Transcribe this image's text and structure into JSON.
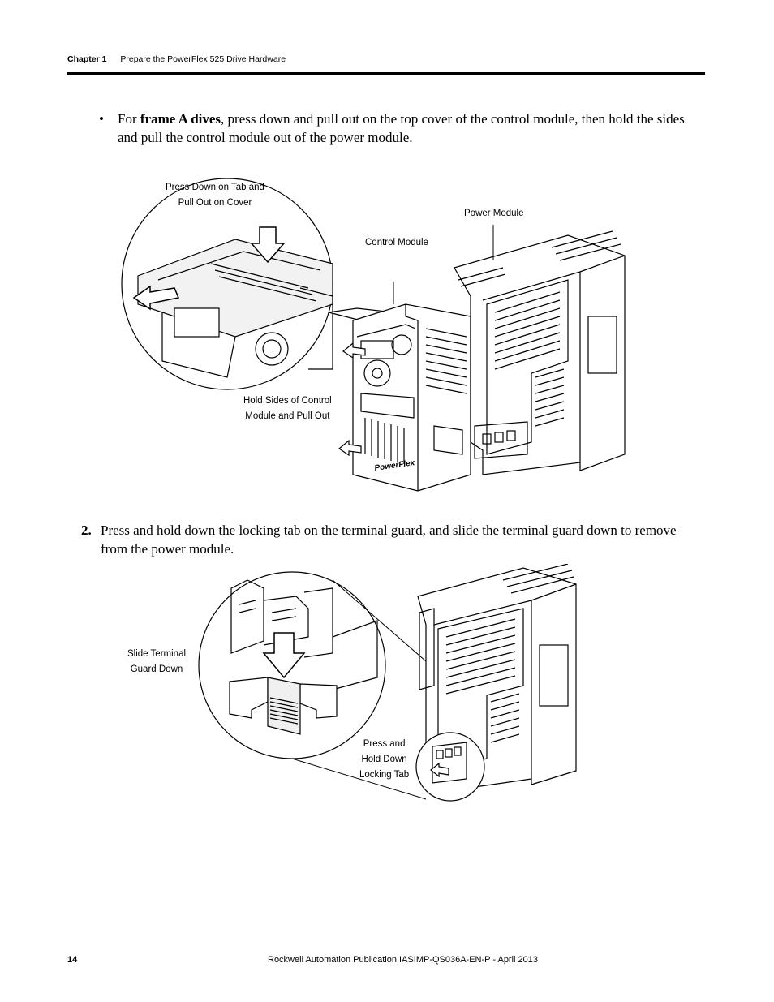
{
  "header": {
    "chapter": "Chapter 1",
    "title": "Prepare the PowerFlex 525 Drive Hardware"
  },
  "bullet": {
    "symbol": "•",
    "prefix": "For ",
    "bold": "frame A dives",
    "rest": ", press down and pull out on the top cover of the control module, then hold the sides and pull the control module out of the power module."
  },
  "figure1": {
    "label_press_tab": "Press Down on Tab and",
    "label_press_tab_2": "Pull Out on Cover",
    "label_power_module": "Power Module",
    "label_control_module": "Control Module",
    "label_hold_sides": "Hold Sides of Control",
    "label_hold_sides_2": "Module and Pull Out",
    "drive_brand": "PowerFlex"
  },
  "step2": {
    "number": "2.",
    "text": "Press and hold down the locking tab on the terminal guard, and slide the terminal guard down to remove from the power module."
  },
  "figure2": {
    "label_slide_1": "Slide Terminal",
    "label_slide_2": "Guard Down",
    "label_press_1": "Press and",
    "label_press_2": "Hold Down",
    "label_press_3": "Locking Tab"
  },
  "footer": {
    "page": "14",
    "publication": "Rockwell Automation Publication IASIMP-QS036A-EN-P - April 2013"
  }
}
